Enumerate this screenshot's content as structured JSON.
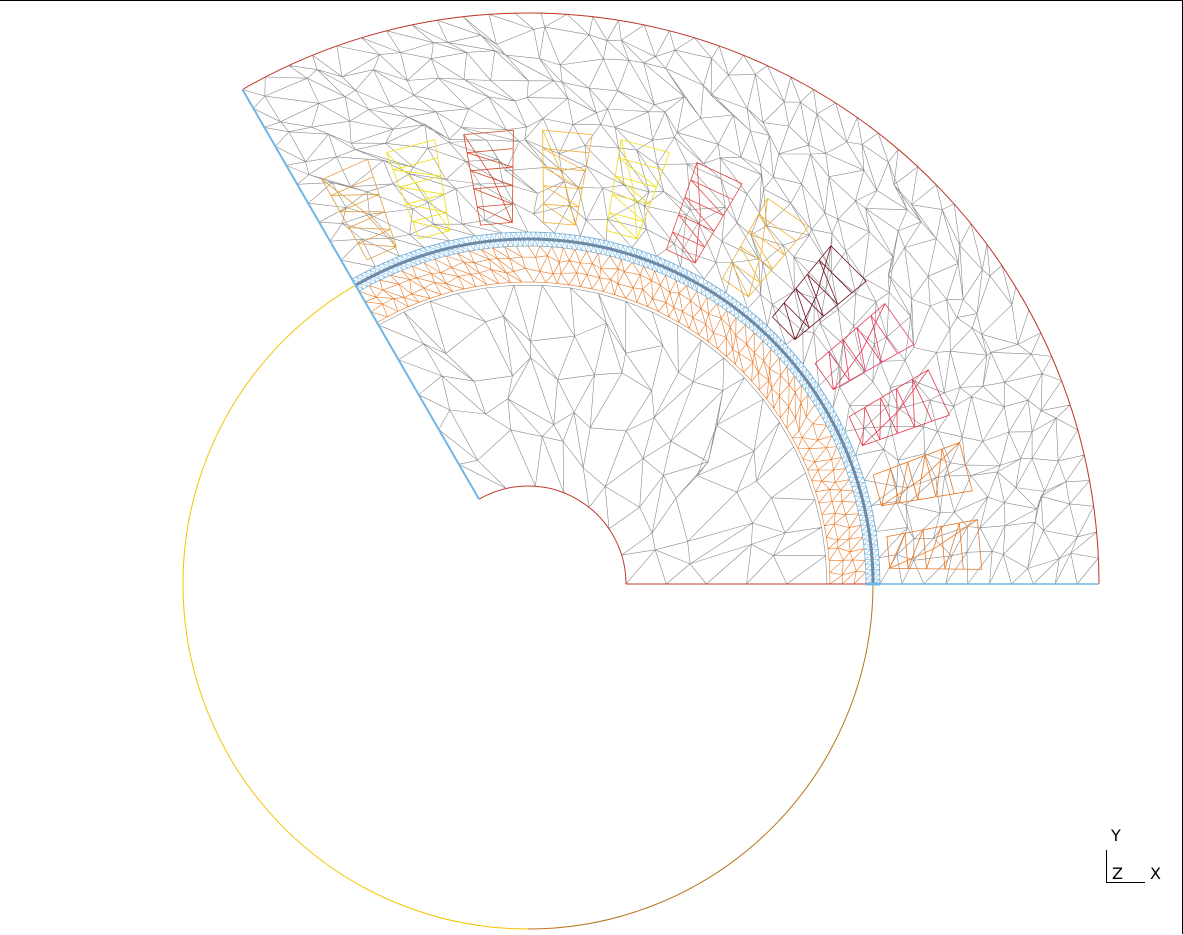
{
  "view": {
    "background": "#ffffff",
    "mesh_edge_color": "#8a8a8a",
    "boundary_color": "#c0392b",
    "air_gap_color": "#6fb7e6",
    "air_gap_line_color": "#6d8aa6",
    "rotor_ring_color": "#e87722",
    "outer_circle_colors": [
      "#f5c400",
      "#b8741a"
    ]
  },
  "winding_colors": [
    "#e0a040",
    "#f0dd10",
    "#d2482a",
    "#f0b030",
    "#f0dd10",
    "#e24a4a",
    "#f0b030",
    "#6e0e1e",
    "#e8385a",
    "#e23a4a",
    "#e87722",
    "#e87722"
  ],
  "triad": {
    "y": "Y",
    "z": "Z",
    "x": "X"
  }
}
